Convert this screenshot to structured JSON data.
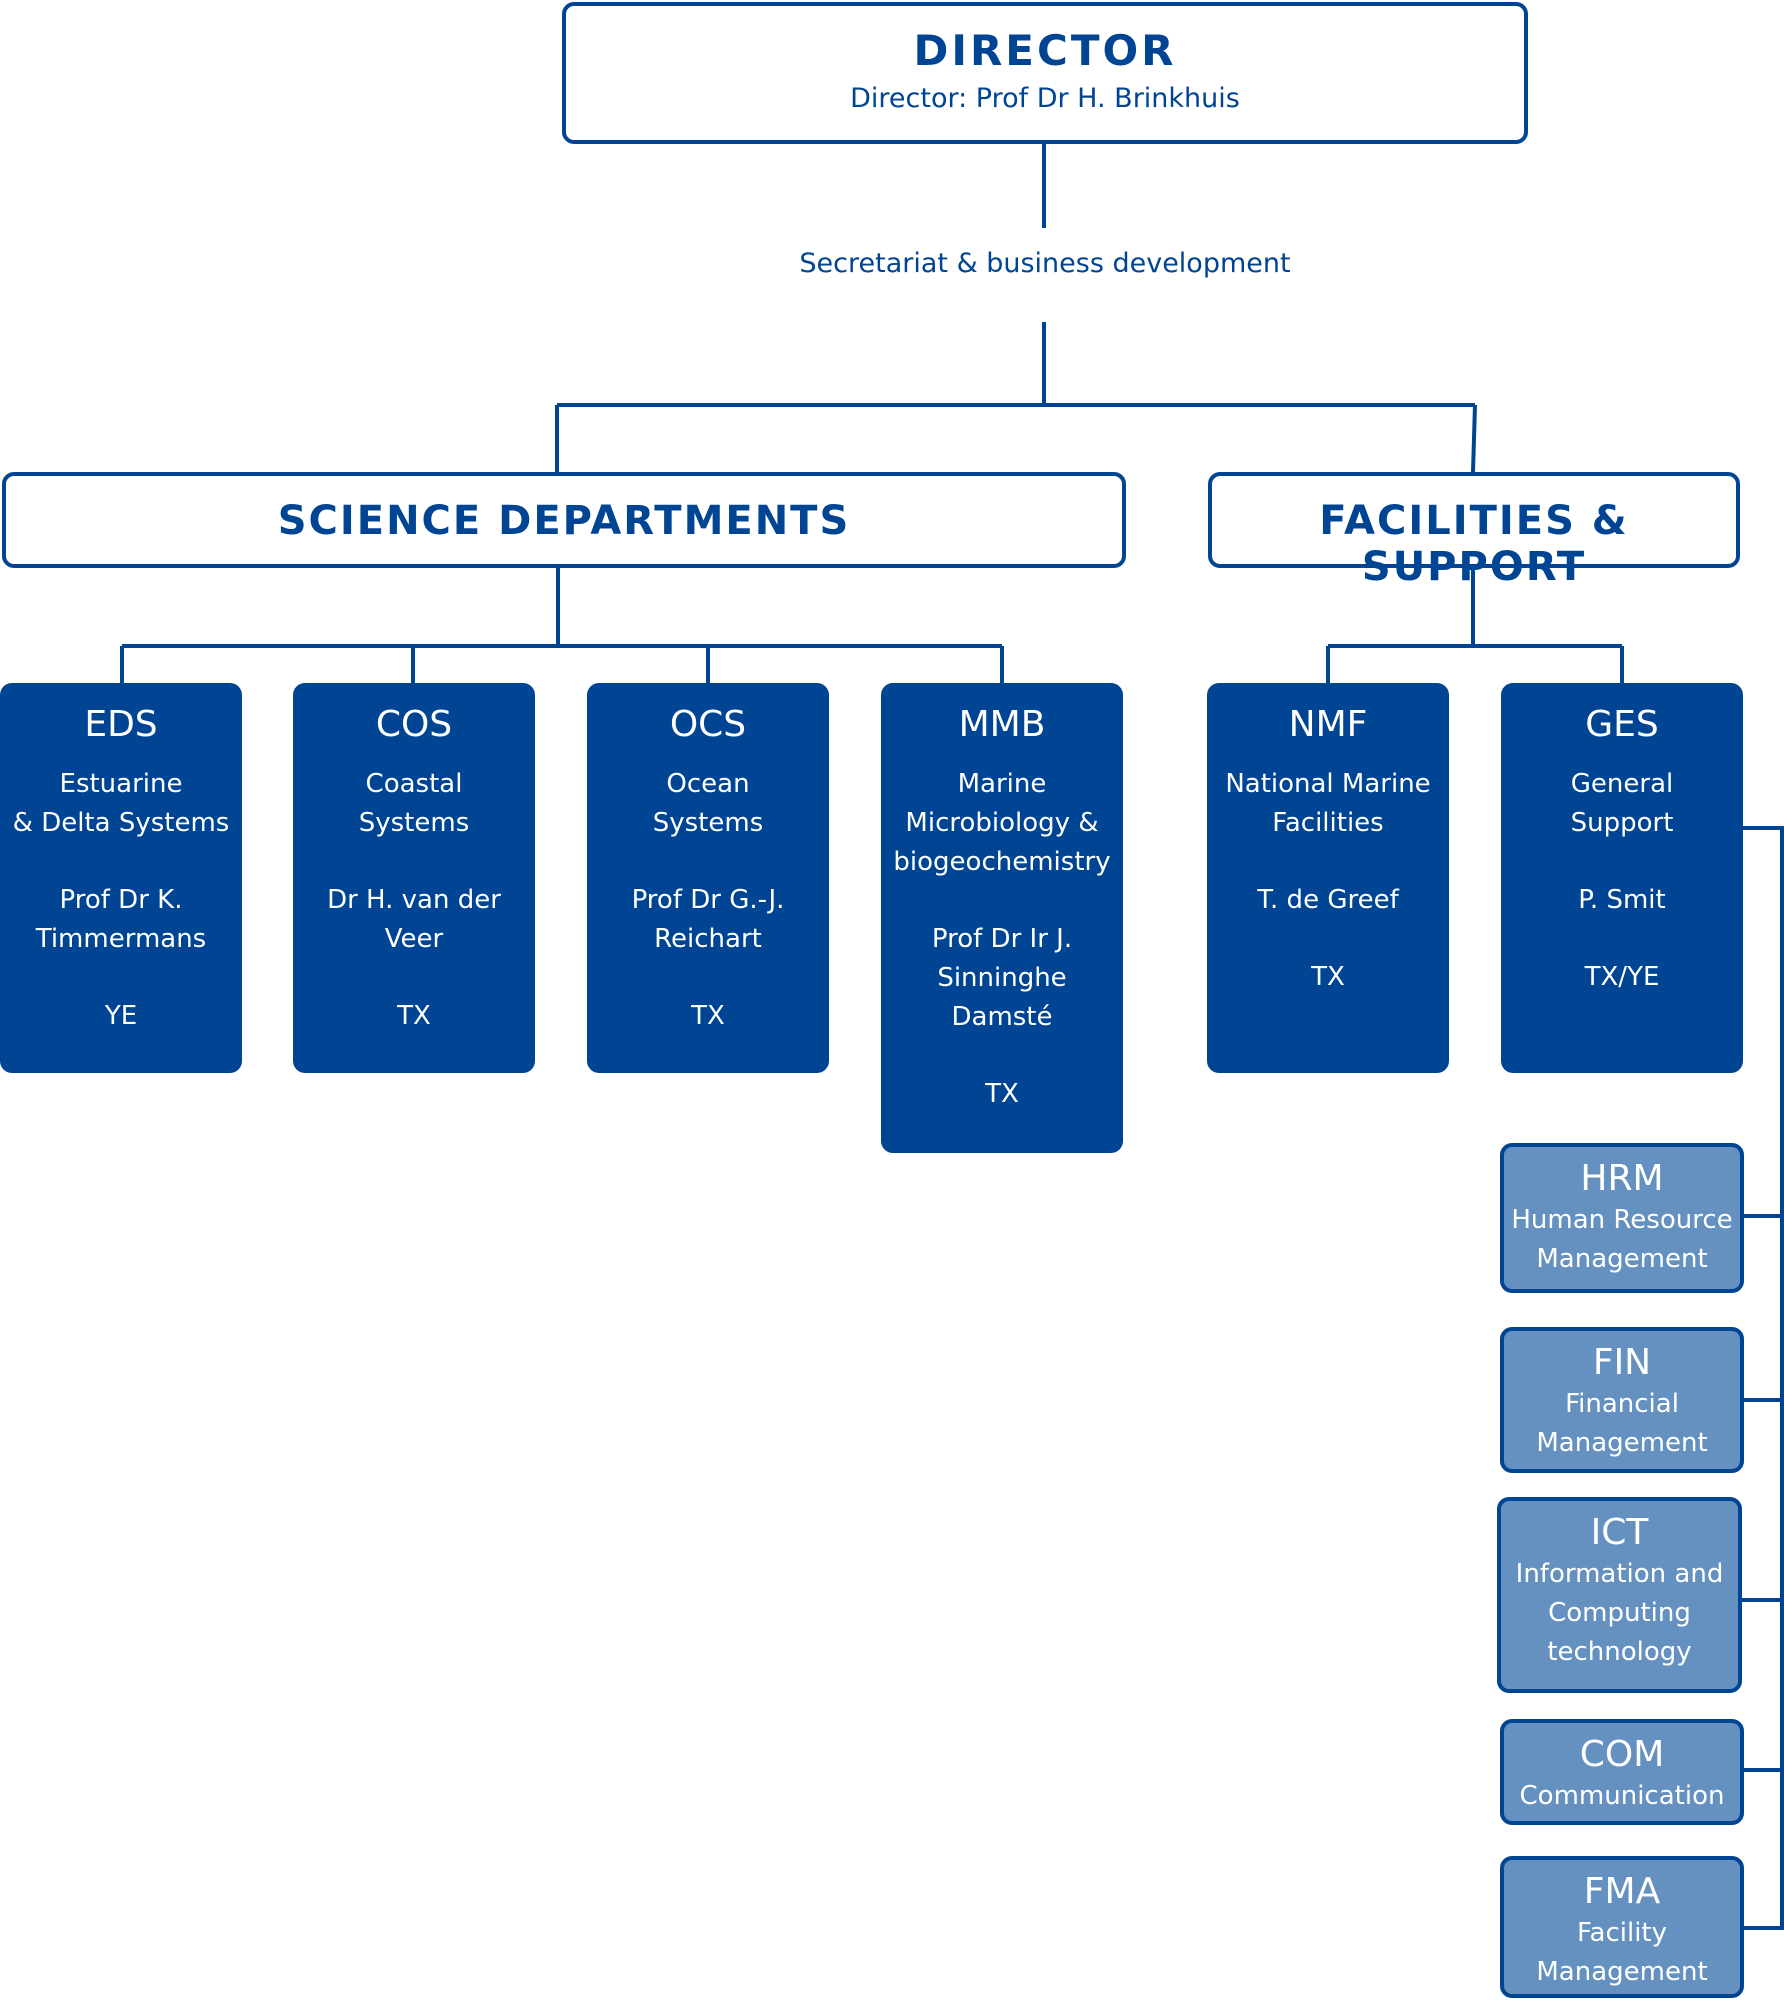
{
  "colors": {
    "navy": "#004494",
    "light": "#6591c1",
    "white": "#ffffff"
  },
  "director": {
    "title": "DIRECTOR",
    "subtitle": "Director: Prof Dr H. Brinkhuis"
  },
  "secretariat": "Secretariat & business development",
  "science": {
    "title": "SCIENCE DEPARTMENTS"
  },
  "facilities": {
    "title": "FACILITIES & SUPPORT"
  },
  "departments": [
    {
      "code": "EDS",
      "name": "Estuarine\n& Delta Systems",
      "head": "Prof Dr K.\nTimmermans",
      "location": "YE"
    },
    {
      "code": "COS",
      "name": "Coastal\nSystems",
      "head": "Dr H. van der\nVeer",
      "location": "TX"
    },
    {
      "code": "OCS",
      "name": "Ocean\nSystems",
      "head": "Prof Dr G.-J.\nReichart",
      "location": "TX"
    },
    {
      "code": "MMB",
      "name": "Marine\nMicrobiology &\nbiogeochemistry",
      "head": "Prof Dr Ir J.\nSinninghe\nDamsté",
      "location": "TX"
    },
    {
      "code": "NMF",
      "name": "National Marine\nFacilities",
      "head": "T. de Greef",
      "location": "TX"
    },
    {
      "code": "GES",
      "name": "General\nSupport",
      "head": "P. Smit",
      "location": "TX/YE"
    }
  ],
  "support_units": [
    {
      "code": "HRM",
      "name": "Human Resource\nManagement"
    },
    {
      "code": "FIN",
      "name": "Financial\nManagement"
    },
    {
      "code": "ICT",
      "name": "Information and\nComputing\ntechnology"
    },
    {
      "code": "COM",
      "name": "Communication"
    },
    {
      "code": "FMA",
      "name": "Facility\nManagement"
    }
  ]
}
